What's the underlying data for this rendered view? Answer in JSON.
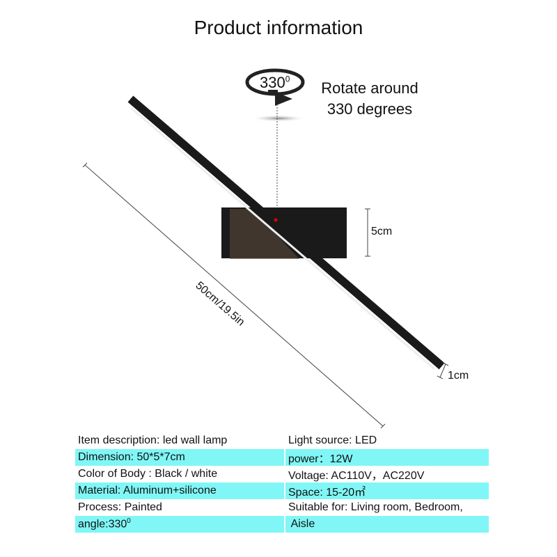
{
  "title": "Product information",
  "rotation": {
    "badge": "330",
    "badge_sup": "0",
    "line1": "Rotate around",
    "line2": "330 degrees"
  },
  "dimensions": {
    "length": "50cm/19.5in",
    "height": "5cm",
    "thickness": "1cm"
  },
  "specs": {
    "rows": [
      {
        "left": "Item description: led wall lamp",
        "right": "Light source: LED"
      },
      {
        "left": "Dimension: 50*5*7cm",
        "right": "power：12W"
      },
      {
        "left": "Color of Body : Black / white",
        "right": "Voltage: AC110V，AC220V"
      },
      {
        "left": "Material: Aluminum+silicone",
        "right": "Space: 15-20㎡"
      },
      {
        "left": "Process: Painted",
        "right": "Suitable for: Living room, Bedroom,"
      },
      {
        "left": "angle:330",
        "left_sup": "0",
        "right": " Aisle"
      }
    ]
  },
  "colors": {
    "highlight": "#80f6f6",
    "lamp": "#1a1a1a"
  }
}
